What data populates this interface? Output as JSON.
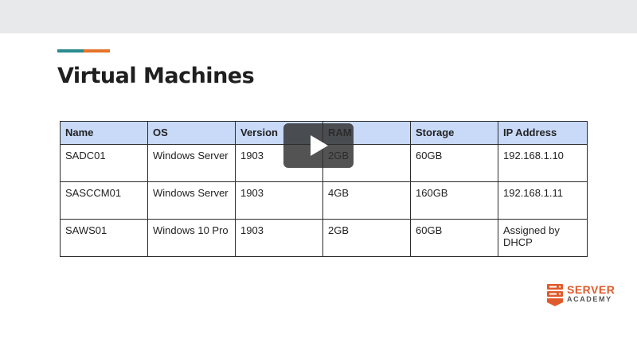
{
  "slide": {
    "title": "Virtual Machines"
  },
  "table": {
    "headers": [
      "Name",
      "OS",
      "Version",
      "RAM",
      "Storage",
      "IP Address"
    ],
    "rows": [
      [
        "SADC01",
        "Windows Server",
        "1903",
        "2GB",
        "60GB",
        "192.168.1.10"
      ],
      [
        "SASCCM01",
        "Windows Server",
        "1903",
        "4GB",
        "160GB",
        "192.168.1.11"
      ],
      [
        "SAWS01",
        "Windows 10 Pro",
        "1903",
        "2GB",
        "60GB",
        "Assigned by DHCP"
      ]
    ]
  },
  "logo": {
    "line1": "SERVER",
    "line2": "ACADEMY"
  },
  "colors": {
    "accent_teal": "#2a8a8c",
    "accent_orange": "#e5732a",
    "header_fill": "#c9daf8",
    "logo_orange": "#e05a2b"
  },
  "icons": {
    "play": "play-icon",
    "logo": "server-stack-icon"
  }
}
